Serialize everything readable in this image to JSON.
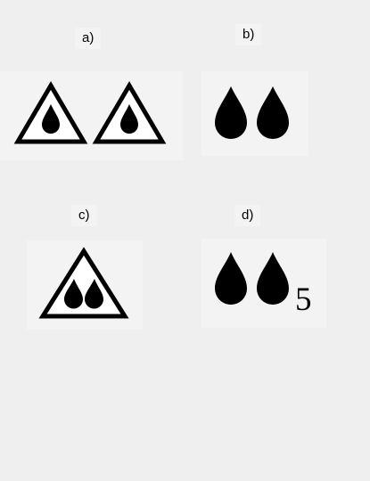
{
  "panels": {
    "a": {
      "label": "a)"
    },
    "b": {
      "label": "b)"
    },
    "c": {
      "label": "c)"
    },
    "d": {
      "label": "d)",
      "digit": "5"
    }
  }
}
